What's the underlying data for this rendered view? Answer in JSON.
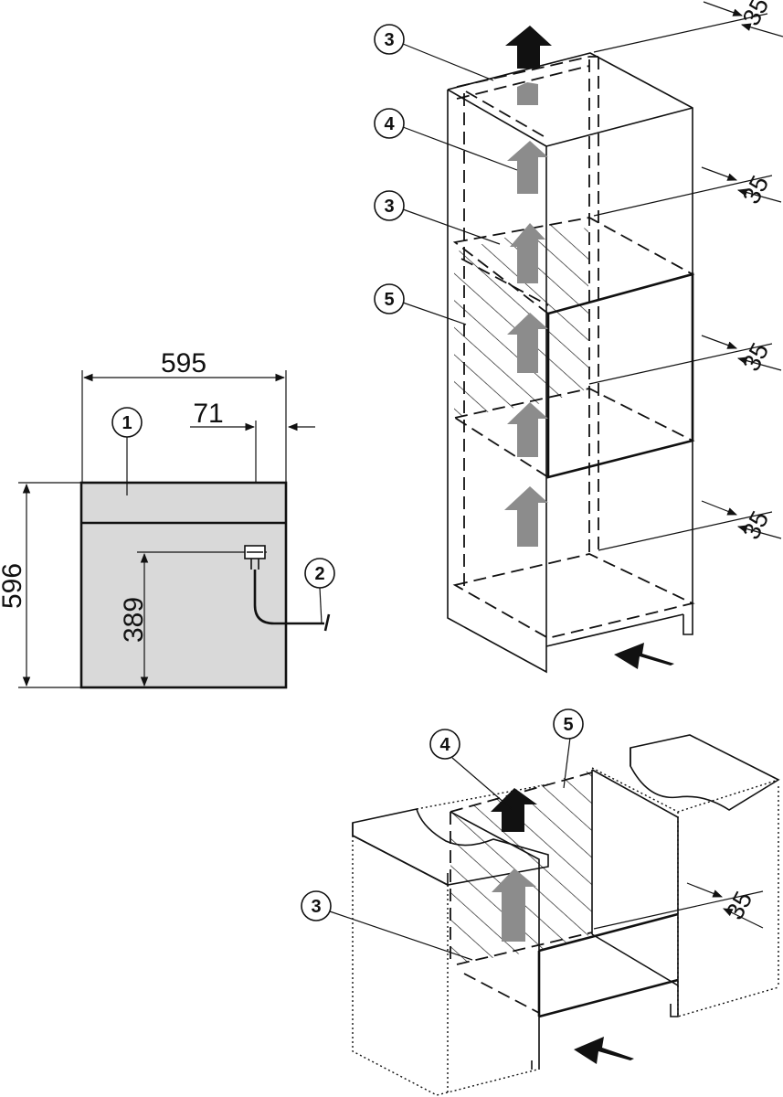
{
  "front_view": {
    "width_dim": "595",
    "offset_dim": "71",
    "height_dim": "596",
    "connection_height_dim": "389",
    "callouts": [
      "1",
      "2"
    ]
  },
  "tall_cabinet": {
    "callouts": [
      "3",
      "4",
      "3",
      "5"
    ],
    "gap_dims": [
      "35",
      "35",
      "35",
      "35"
    ]
  },
  "base_cabinet": {
    "callouts": [
      "4",
      "5",
      "3"
    ],
    "gap_dim": "35"
  },
  "colors": {
    "line": "#111111",
    "oven_fill": "#d9d9d9",
    "airflow_gray": "#8c8c8c",
    "airflow_black": "#111111"
  }
}
